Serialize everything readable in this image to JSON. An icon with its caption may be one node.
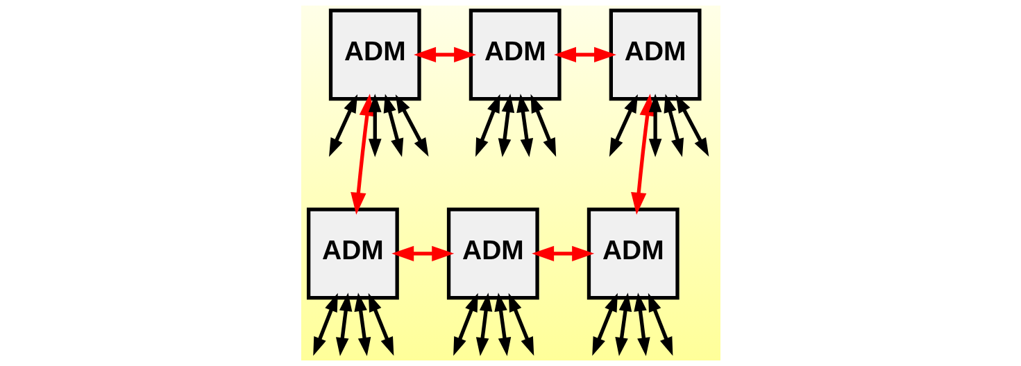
{
  "diagram": {
    "nodes": [
      {
        "text": [
          "ADM"
        ]
      },
      {
        "text": [
          "ADM"
        ]
      },
      {
        "text": [
          "ADM"
        ]
      },
      {
        "text": [
          "ADM"
        ]
      },
      {
        "text": [
          "ADM"
        ]
      },
      {
        "text": [
          "ADM"
        ]
      }
    ],
    "edges": [
      {
        "from": 0,
        "to": 1,
        "arrow": "both",
        "color": "#ff0000"
      },
      {
        "from": 1,
        "to": 2,
        "arrow": "both",
        "color": "#ff0000"
      },
      {
        "from": 0,
        "to": 3,
        "arrow": "both",
        "color": "#ff0000"
      },
      {
        "from": 2,
        "to": 5,
        "arrow": "both",
        "color": "#ff0000"
      },
      {
        "from": 3,
        "to": 4,
        "arrow": "both",
        "color": "#ff0000"
      },
      {
        "from": 4,
        "to": 5,
        "arrow": "both",
        "color": "#ff0000"
      },
      {
        "from": 0,
        "to": null,
        "arrow": "both"
      },
      {
        "from": 0,
        "to": null,
        "arrow": "both"
      },
      {
        "from": 0,
        "to": null,
        "arrow": "both"
      },
      {
        "from": 0,
        "to": null,
        "arrow": "both"
      },
      {
        "from": 1,
        "to": null,
        "arrow": "both"
      },
      {
        "from": 1,
        "to": null,
        "arrow": "both"
      },
      {
        "from": 1,
        "to": null,
        "arrow": "both"
      },
      {
        "from": 1,
        "to": null,
        "arrow": "both"
      },
      {
        "from": 2,
        "to": null,
        "arrow": "both"
      },
      {
        "from": 2,
        "to": null,
        "arrow": "both"
      },
      {
        "from": 2,
        "to": null,
        "arrow": "both"
      },
      {
        "from": 2,
        "to": null,
        "arrow": "both"
      },
      {
        "from": 3,
        "to": null,
        "arrow": "both"
      },
      {
        "from": 3,
        "to": null,
        "arrow": "both"
      },
      {
        "from": 3,
        "to": null,
        "arrow": "both"
      },
      {
        "from": 3,
        "to": null,
        "arrow": "both"
      },
      {
        "from": 4,
        "to": null,
        "arrow": "both"
      },
      {
        "from": 4,
        "to": null,
        "arrow": "both"
      },
      {
        "from": 4,
        "to": null,
        "arrow": "both"
      },
      {
        "from": 4,
        "to": null,
        "arrow": "both"
      },
      {
        "from": 5,
        "to": null,
        "arrow": "both"
      },
      {
        "from": 5,
        "to": null,
        "arrow": "both"
      },
      {
        "from": 5,
        "to": null,
        "arrow": "both"
      },
      {
        "from": 5,
        "to": null,
        "arrow": "both"
      }
    ]
  }
}
